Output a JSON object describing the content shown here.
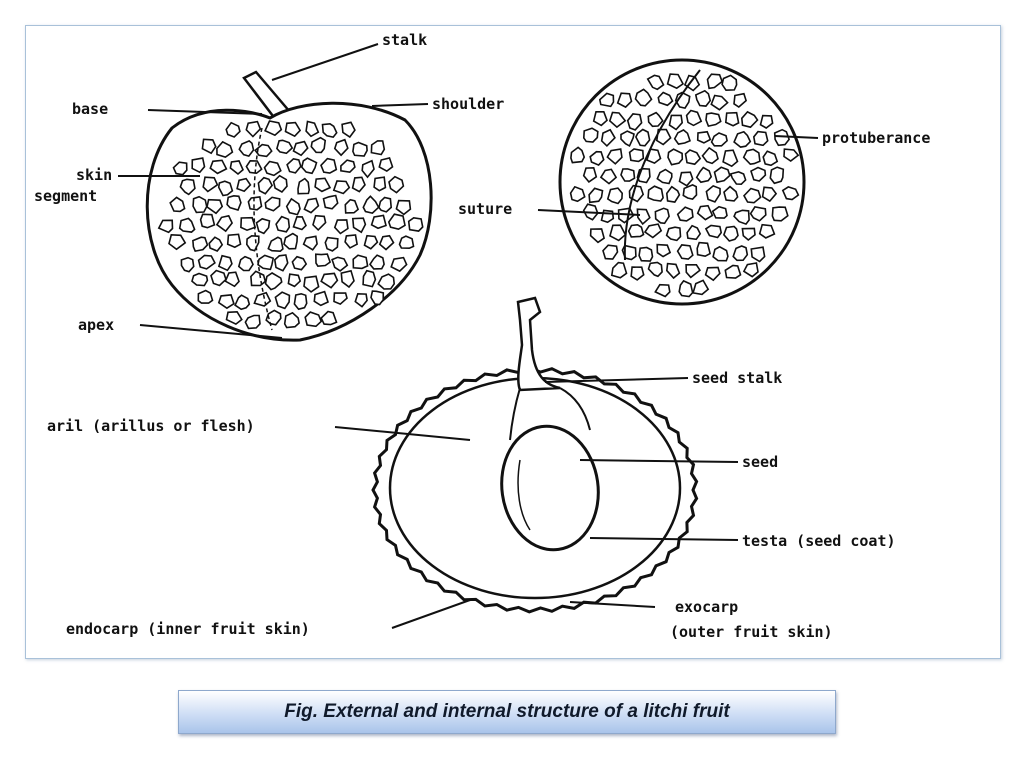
{
  "caption": "Fig.  External and internal structure of a litchi fruit",
  "labels": {
    "stalk": "stalk",
    "base": "base",
    "shoulder": "shoulder",
    "skin": "skin",
    "segment": "segment",
    "apex": "apex",
    "suture": "suture",
    "protuberance": "protuberance",
    "seed_stalk": "seed stalk",
    "aril": "aril (arillus or flesh)",
    "seed": "seed",
    "testa": "testa (seed coat)",
    "exocarp_1": "exocarp",
    "exocarp_2": "(outer fruit skin)",
    "endocarp": "endocarp (inner fruit skin)"
  },
  "colors": {
    "ink": "#111111",
    "frame_border": "#a9c1d9",
    "caption_fill": "#cfdef5"
  }
}
